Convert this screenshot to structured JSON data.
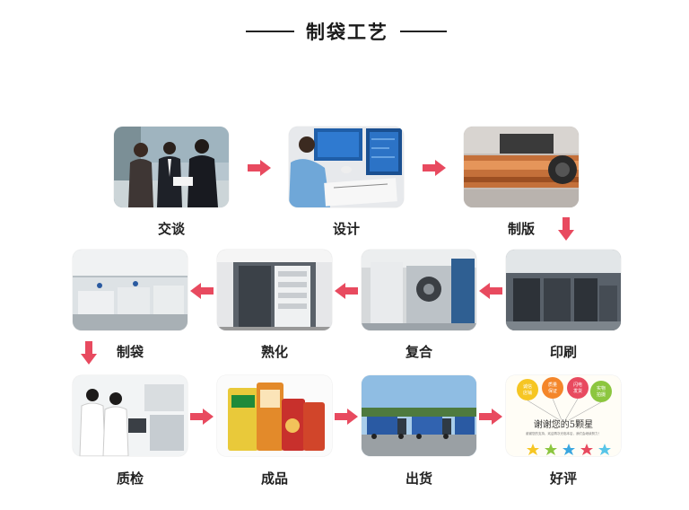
{
  "header": {
    "title": "制袋工艺"
  },
  "steps": [
    {
      "id": "talk",
      "label": "交谈"
    },
    {
      "id": "design",
      "label": "设计"
    },
    {
      "id": "plate",
      "label": "制版"
    },
    {
      "id": "print",
      "label": "印刷"
    },
    {
      "id": "laminate",
      "label": "复合"
    },
    {
      "id": "cure",
      "label": "熟化"
    },
    {
      "id": "bagmaking",
      "label": "制袋"
    },
    {
      "id": "qc",
      "label": "质检"
    },
    {
      "id": "product",
      "label": "成品"
    },
    {
      "id": "ship",
      "label": "出货"
    },
    {
      "id": "review",
      "label": "好评"
    }
  ],
  "review_card": {
    "balloons": [
      "诚信\n店铺",
      "质量\n保证",
      "闪电\n发货",
      "实物\n拍摄"
    ],
    "handwriting": "谢谢您的5颗星",
    "small_text": "谢谢您的支持，欢迎再次光临本店，我们会继续努力！"
  },
  "colors": {
    "arrow": "#e84a5f",
    "title": "#1a1a1a"
  }
}
